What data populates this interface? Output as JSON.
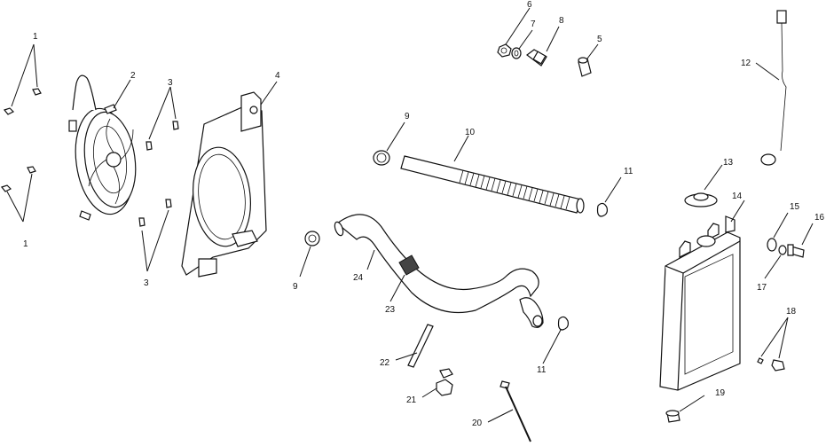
{
  "callouts": {
    "c1a": "1",
    "c1b": "1",
    "c2": "2",
    "c3a": "3",
    "c3b": "3",
    "c4": "4",
    "c5": "5",
    "c6": "6",
    "c7": "7",
    "c8": "8",
    "c9a": "9",
    "c9b": "9",
    "c10": "10",
    "c11a": "11",
    "c11b": "11",
    "c12": "12",
    "c13": "13",
    "c14": "14",
    "c15": "15",
    "c16": "16",
    "c17": "17",
    "c18": "18",
    "c19": "19",
    "c20": "20",
    "c21": "21",
    "c22": "22",
    "c23": "23",
    "c24": "24"
  },
  "colors": {
    "line": "#111111",
    "background": "#ffffff"
  }
}
